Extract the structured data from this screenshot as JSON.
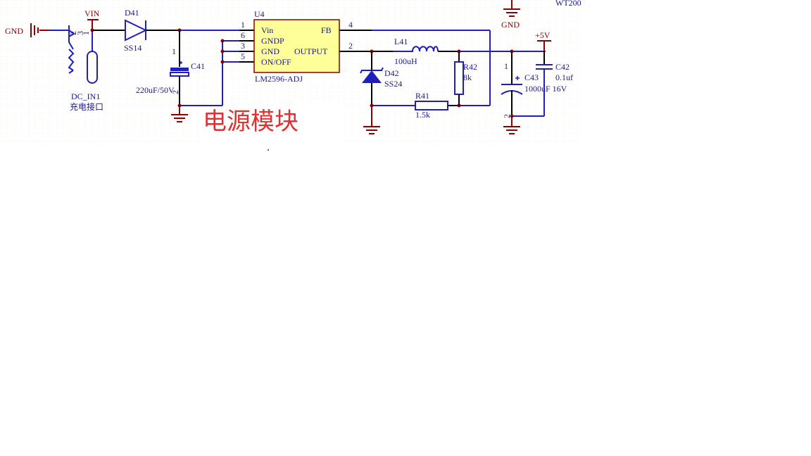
{
  "title": "电源模块",
  "nets": {
    "gnd": "GND",
    "vin": "VIN",
    "plus5v": "+5V",
    "gnd_top": "GND",
    "wt_partial": "WT200"
  },
  "connector": {
    "ref": "DC_IN1",
    "desc": "充电接口",
    "pin_a": "2",
    "pin_b": "3",
    "pin_c": "1"
  },
  "diode_d41": {
    "ref": "D41",
    "value": "SS14"
  },
  "cap_c41": {
    "ref": "C41",
    "value": "220uF/50V",
    "pin1": "1",
    "pin2": "2"
  },
  "ic": {
    "ref": "U4",
    "part": "LM2596-ADJ",
    "pins_left": [
      {
        "num": "1",
        "name": "Vin"
      },
      {
        "num": "6",
        "name": "GNDP"
      },
      {
        "num": "3",
        "name": "GND"
      },
      {
        "num": "5",
        "name": "ON/OFF"
      }
    ],
    "pins_right": [
      {
        "num": "4",
        "name": "FB"
      },
      {
        "num": "2",
        "name": "OUTPUT"
      }
    ]
  },
  "inductor_l41": {
    "ref": "L41",
    "value": "100uH"
  },
  "diode_d42": {
    "ref": "D42",
    "value": "SS24"
  },
  "res_r41": {
    "ref": "R41",
    "value": "1.5k"
  },
  "res_r42": {
    "ref": "R42",
    "value": "8k"
  },
  "cap_c43": {
    "ref": "C43",
    "value": "1000uF 16V",
    "pin1": "1",
    "pin2": "2"
  },
  "cap_c42": {
    "ref": "C42",
    "value": "0.1uf"
  },
  "colors": {
    "wire": "#1f1fbf",
    "power": "#8b0000",
    "ic_fill": "#ffff99",
    "grid": "#f2ece0"
  }
}
